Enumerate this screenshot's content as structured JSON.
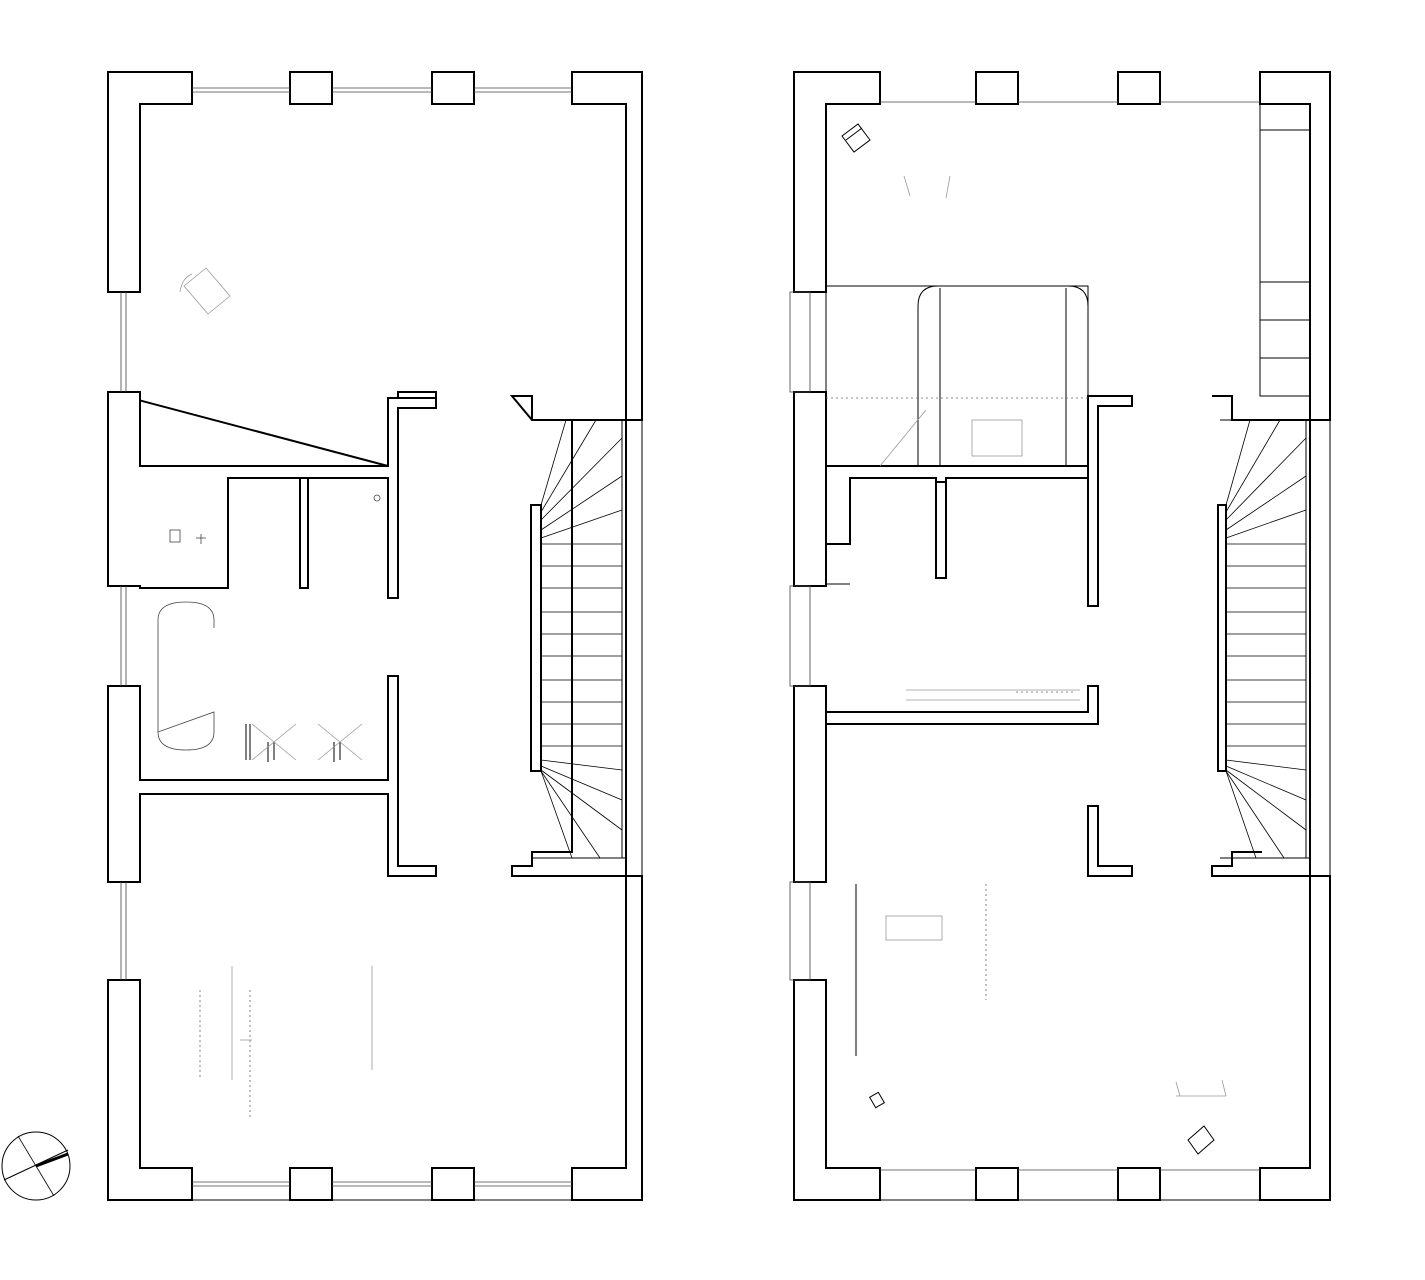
{
  "drawing": {
    "plans": [
      {
        "id": "plan-left",
        "kind": "floor-plan"
      },
      {
        "id": "plan-right",
        "kind": "floor-plan"
      }
    ],
    "north_arrow": {
      "icon": "north-arrow-icon"
    }
  },
  "colors": {
    "line": "#000000",
    "background": "#ffffff",
    "faint": "#999999"
  }
}
